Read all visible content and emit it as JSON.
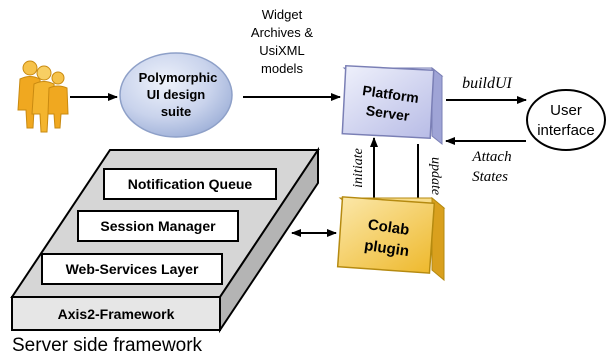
{
  "diagram": {
    "actor": {
      "icon": "users-icon"
    },
    "suite": {
      "line1": "Polymorphic",
      "line2": "UI design",
      "line3": "suite"
    },
    "widget_note": {
      "line1": "Widget",
      "line2": "Archives &",
      "line3": "UsiXML",
      "line4": "models"
    },
    "platform_server": {
      "line1": "Platform",
      "line2": "Server"
    },
    "user_interface": {
      "line1": "User",
      "line2": "interface"
    },
    "arrows": {
      "build_ui": "buildUI",
      "attach_states_1": "Attach",
      "attach_states_2": "States",
      "initiate": "initiate",
      "update": "update"
    },
    "colab_plugin": {
      "line1": "Colab",
      "line2": "plugin"
    },
    "server_box": {
      "notification_queue": "Notification Queue",
      "session_manager": "Session Manager",
      "web_services_layer": "Web-Services Layer",
      "framework_label": "Axis2-Framework"
    },
    "caption": "Server side framework",
    "colors": {
      "suite_fill": "#c9d3ec",
      "platform_fill": "#c8cbea",
      "plugin_fill": "#f2c64a",
      "server_face": "#e6e6e6",
      "actor_fill": "#f0a820"
    }
  }
}
